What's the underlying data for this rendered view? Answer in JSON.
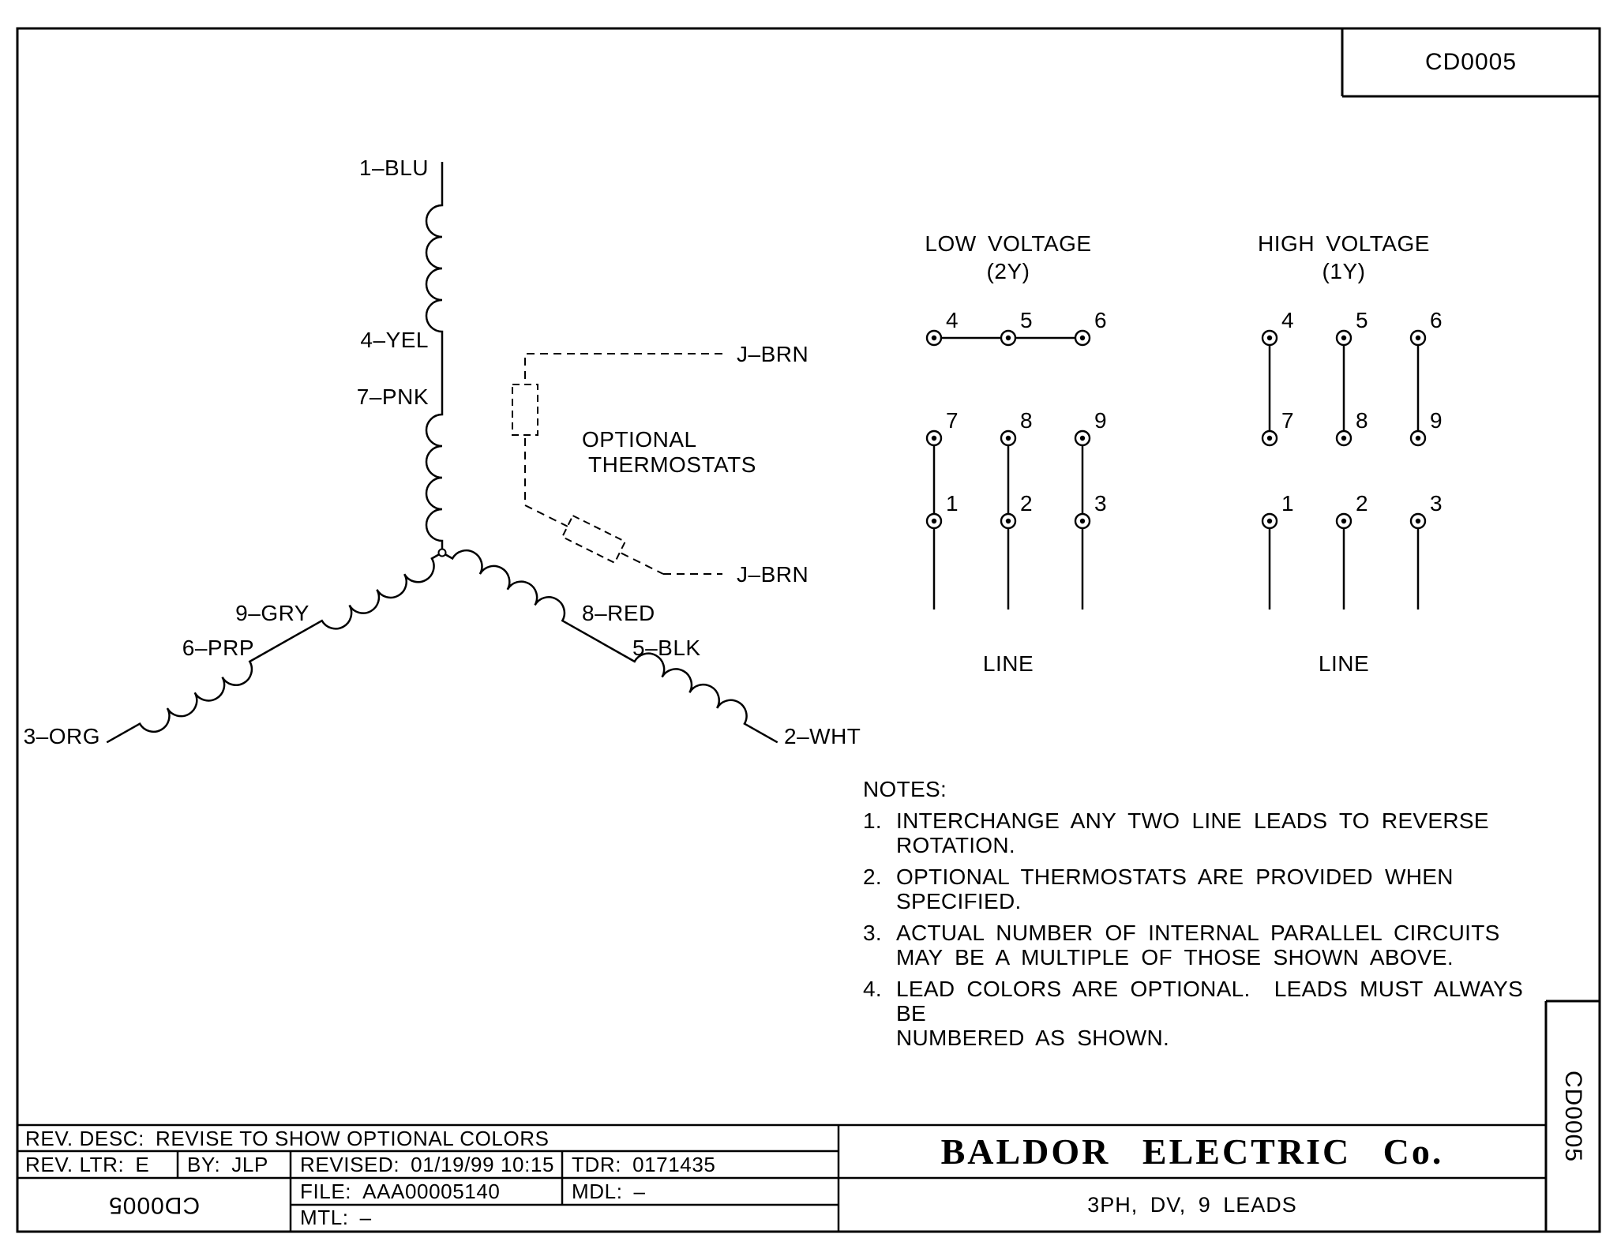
{
  "doc": {
    "number": "CD0005"
  },
  "wye": {
    "lead_1": "1–BLU",
    "lead_4": "4–YEL",
    "lead_7": "7–PNK",
    "lead_9": "9–GRY",
    "lead_6": "6–PRP",
    "lead_3": "3–ORG",
    "lead_8": "8–RED",
    "lead_5": "5–BLK",
    "lead_2": "2–WHT",
    "thermostat_lead_top": "J–BRN",
    "thermostat_lead_bottom": "J–BRN",
    "optional_line1": "OPTIONAL",
    "optional_line2": "THERMOSTATS"
  },
  "low_voltage": {
    "title": "LOW VOLTAGE",
    "subtitle": "(2Y)",
    "terminals_top": [
      "4",
      "5",
      "6"
    ],
    "terminals_mid": [
      "7",
      "8",
      "9"
    ],
    "terminals_bottom": [
      "1",
      "2",
      "3"
    ],
    "line_label": "LINE"
  },
  "high_voltage": {
    "title": "HIGH VOLTAGE",
    "subtitle": "(1Y)",
    "terminals_top": [
      "4",
      "5",
      "6"
    ],
    "terminals_mid": [
      "7",
      "8",
      "9"
    ],
    "terminals_bottom": [
      "1",
      "2",
      "3"
    ],
    "line_label": "LINE"
  },
  "notes": {
    "heading": "NOTES:",
    "items": [
      {
        "num": "1.",
        "line1": "INTERCHANGE ANY TWO LINE LEADS TO REVERSE",
        "line2": "ROTATION."
      },
      {
        "num": "2.",
        "line1": "OPTIONAL THERMOSTATS ARE PROVIDED WHEN",
        "line2": "SPECIFIED."
      },
      {
        "num": "3.",
        "line1": "ACTUAL NUMBER OF INTERNAL PARALLEL CIRCUITS",
        "line2": "MAY BE A MULTIPLE OF THOSE SHOWN ABOVE."
      },
      {
        "num": "4.",
        "line1": "LEAD COLORS ARE OPTIONAL.  LEADS MUST ALWAYS BE",
        "line2": "NUMBERED AS SHOWN."
      }
    ]
  },
  "title_block": {
    "rev_desc_label": "REV. DESC:",
    "rev_desc_value": "REVISE TO SHOW OPTIONAL COLORS",
    "rev_ltr_label": "REV. LTR:",
    "rev_ltr_value": "E",
    "by_label": "BY:",
    "by_value": "JLP",
    "revised_label": "REVISED:",
    "revised_value": "01/19/99 10:15",
    "tdr_label": "TDR:",
    "tdr_value": "0171435",
    "file_label": "FILE:",
    "file_value": "AAA00005140",
    "mdl_label": "MDL:",
    "mdl_value": "–",
    "mtl_label": "MTL:",
    "mtl_value": "–",
    "company": "BALDOR ELECTRIC Co.",
    "description": "3PH, DV, 9 LEADS"
  }
}
